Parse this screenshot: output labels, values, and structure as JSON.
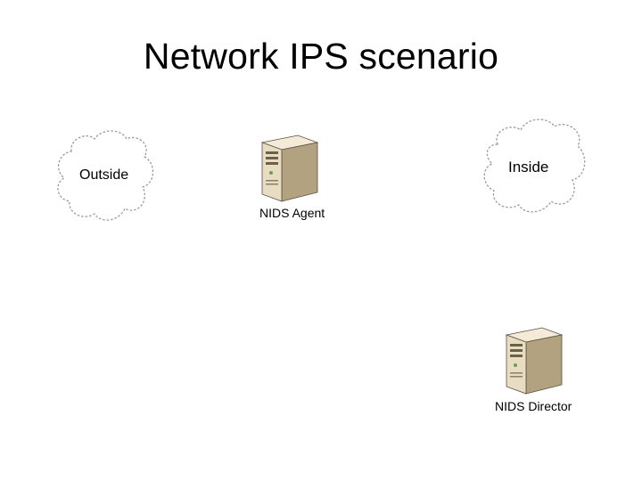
{
  "slide": {
    "title": "Network IPS scenario"
  },
  "clouds": {
    "outside": {
      "label": "Outside"
    },
    "inside": {
      "label": "Inside"
    }
  },
  "servers": {
    "agent": {
      "label": "NIDS Agent"
    },
    "director": {
      "label": "NIDS Director"
    }
  },
  "colors": {
    "cloud_outline": "#9a9a9a",
    "server_front": "#e8dcc3",
    "server_side": "#b3a27f",
    "server_top": "#f3ead8",
    "server_outline": "#5a5040"
  }
}
